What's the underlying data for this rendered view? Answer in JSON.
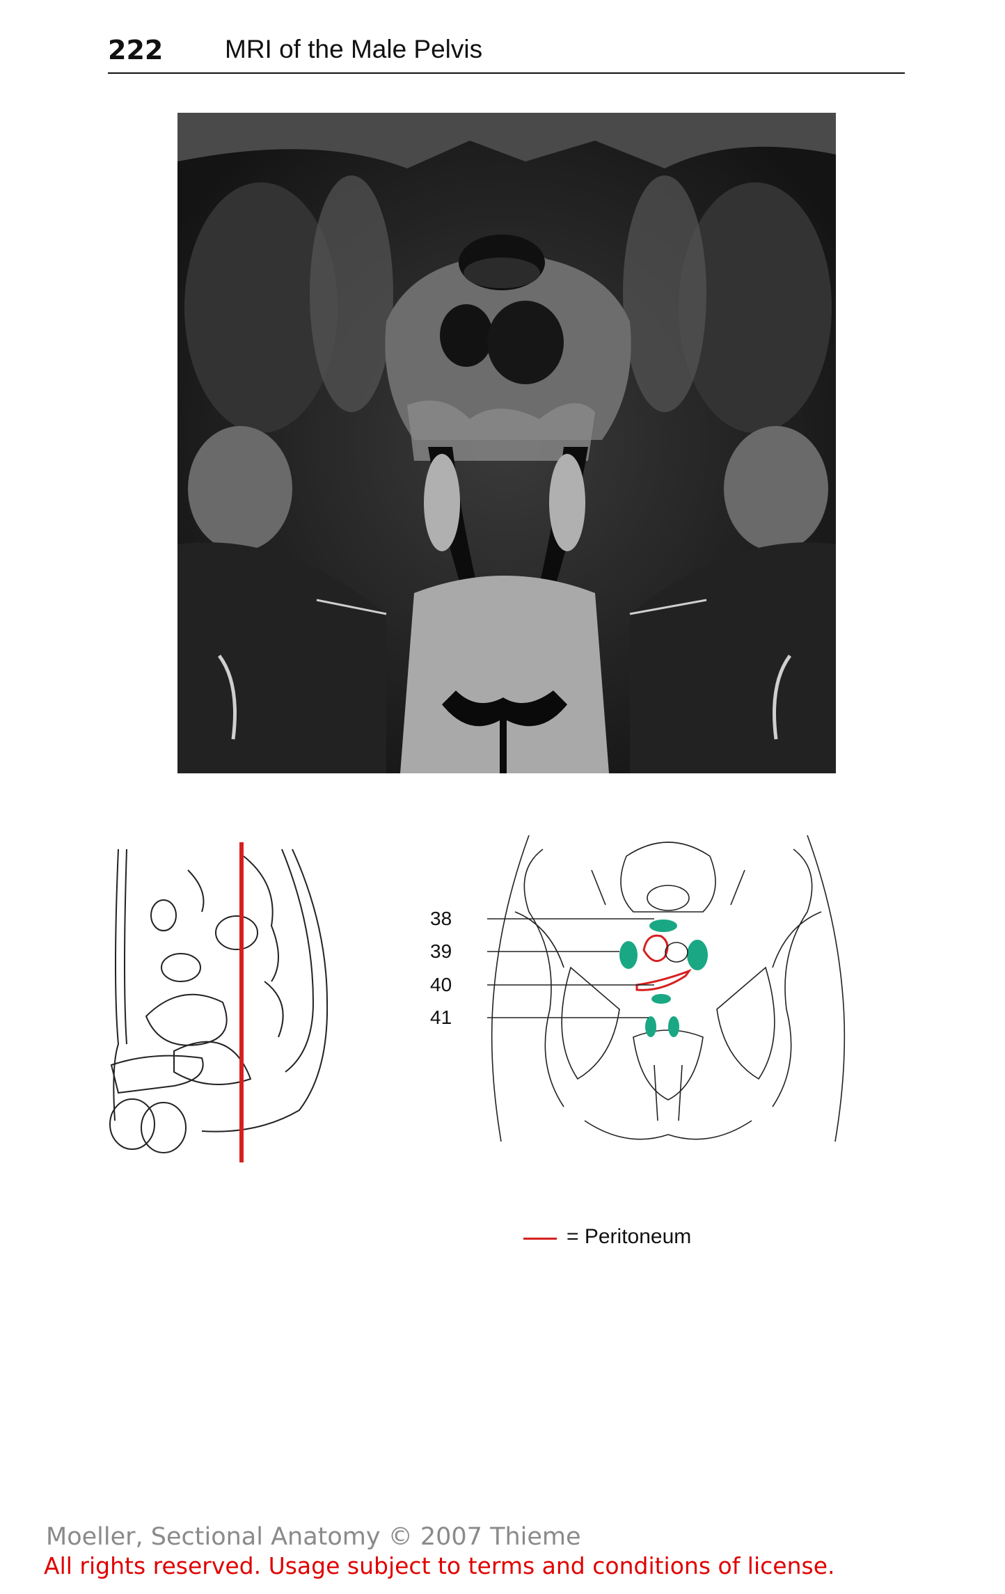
{
  "header": {
    "page_number": "222",
    "title": "MRI of the Male Pelvis"
  },
  "figure": {
    "labels": [
      "38",
      "39",
      "40",
      "41"
    ],
    "legend": "= Peritoneum",
    "colors": {
      "structure_fill": "#1aa884",
      "peritoneum": "#d62020",
      "line_art": "#222222"
    }
  },
  "footer": {
    "copyright": "Moeller, Sectional Anatomy © 2007 Thieme",
    "rights": "All rights reserved. Usage subject to terms and conditions of license."
  }
}
